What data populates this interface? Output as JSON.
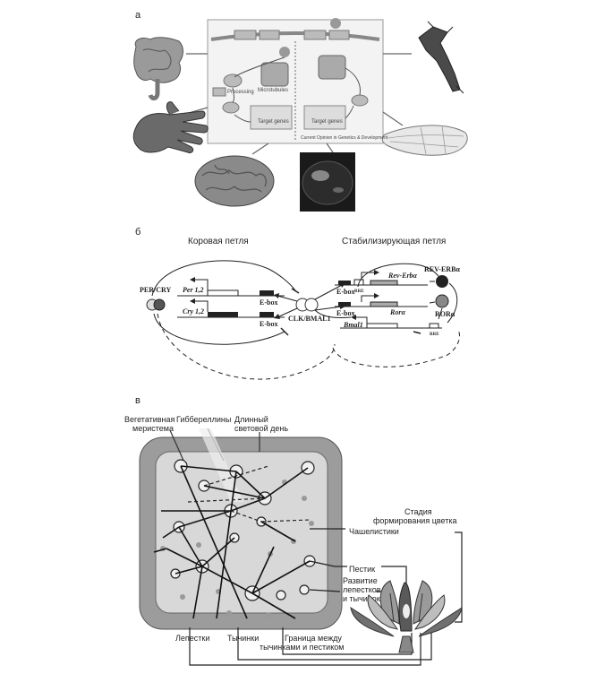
{
  "panel_a": {
    "letter": "а",
    "inset_caption": "Current Opinion in Genetics & Development",
    "labels": [
      "Processing",
      "Microtubules",
      "Target genes",
      "Target genes"
    ]
  },
  "panel_b": {
    "letter": "б",
    "core_loop": "Коровая петля",
    "stabilizing_loop": "Стабилизирующая петля",
    "per_cry": "PER/CRY",
    "per": "Per 1,2",
    "cry": "Cry 1,2",
    "ebox": "E-box",
    "clk": "CLK/BMAL1",
    "reverb_gene": "Rev-Erbα",
    "reverb_prot": "REV-ERBα",
    "ror_gene": "Rorα",
    "ror_prot": "RORα",
    "bmal": "Bmal1",
    "rre": "RRE"
  },
  "panel_c": {
    "letter": "в",
    "veg": [
      "Вегетативная",
      "меристема"
    ],
    "gib": "Гиббереллины",
    "day": [
      "Длинный",
      "световой день"
    ],
    "stage": [
      "Стадия",
      "формирования цветка"
    ],
    "sepals": "Чашелистики",
    "pistil": "Пестик",
    "petals_dev": [
      "Развитие",
      "лепестков",
      "и тычинок"
    ],
    "petals": "Лепестки",
    "stamens": "Тычинки",
    "boundary": [
      "Граница между",
      "тычинками и пестиком"
    ]
  }
}
